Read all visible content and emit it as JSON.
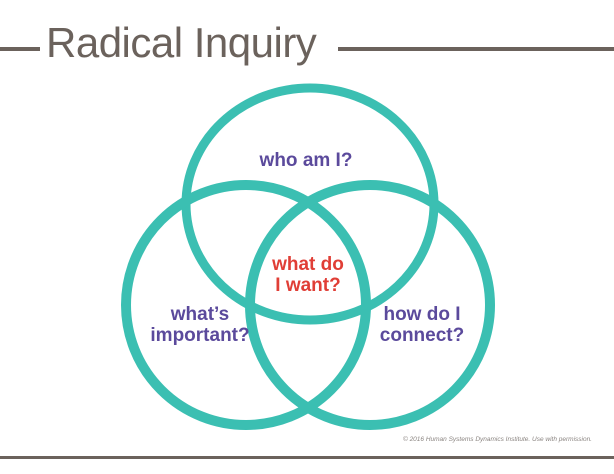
{
  "title": "Radical Inquiry",
  "circles": {
    "top": {
      "label_line1": "who am I?"
    },
    "left": {
      "label_line1": "what’s",
      "label_line2": "important?"
    },
    "right": {
      "label_line1": "how do I",
      "label_line2": "connect?"
    },
    "center": {
      "label_line1": "what do",
      "label_line2": "I want?"
    }
  },
  "copyright": "© 2016 Human Systems Dynamics Institute. Use with permission.",
  "colors": {
    "circle_stroke": "#3bbfb2",
    "question_text": "#5b4a9c",
    "center_text": "#e03e36",
    "title_text": "#6b625c",
    "rule": "#6b625c"
  }
}
